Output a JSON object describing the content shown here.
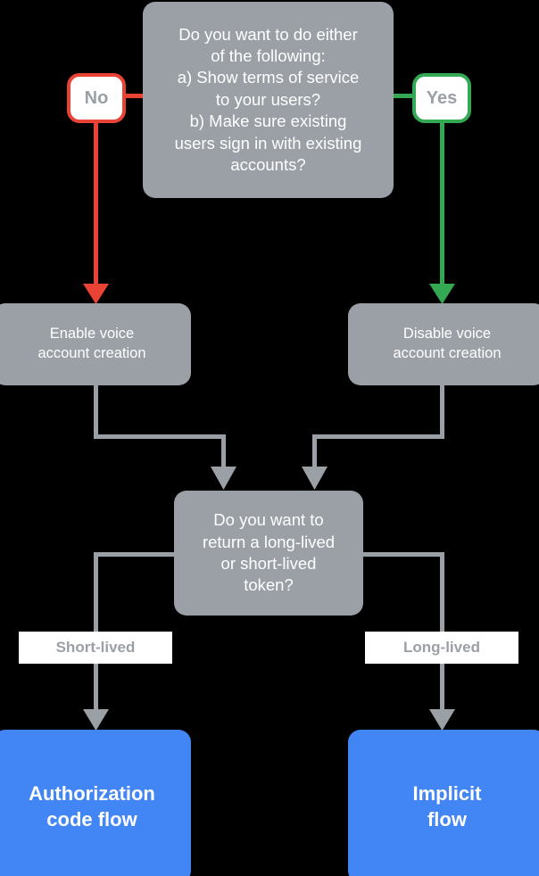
{
  "diagram": {
    "title": "Account linking flow decision chart",
    "colors": {
      "background": "#000000",
      "node_gray": "#9aa0a6",
      "node_blue": "#4285f4",
      "edge_gray": "#9aa0a6",
      "edge_red": "#ea4335",
      "edge_green": "#34a853",
      "label_bg": "#ffffff",
      "label_text": "#9aa0a6",
      "node_text": "#ffffff"
    }
  },
  "nodes": {
    "decision_top": {
      "id": "decision-top",
      "type": "decision",
      "text": "Do you want to do either\nof the following:\na) Show terms of service\nto your users?\nb) Make sure existing\nusers sign in with existing\naccounts?"
    },
    "enable": {
      "id": "node-enable",
      "type": "process",
      "text": "Enable voice\naccount creation"
    },
    "disable": {
      "id": "node-disable",
      "type": "process",
      "text": "Disable voice\naccount creation"
    },
    "decision_token": {
      "id": "decision-token",
      "type": "decision",
      "text": "Do you want to\nreturn a long-lived\nor short-lived\ntoken?"
    },
    "auth_code_flow": {
      "id": "node-auth",
      "type": "outcome",
      "text": "Authorization\ncode flow"
    },
    "implicit_flow": {
      "id": "node-implicit",
      "type": "outcome",
      "text": "Implicit\nflow"
    }
  },
  "badges": {
    "no": {
      "label": "No",
      "border_color": "#ea4335"
    },
    "yes": {
      "label": "Yes",
      "border_color": "#34a853"
    }
  },
  "edge_labels": {
    "short_lived": "Short-lived",
    "long_lived": "Long-lived"
  },
  "edges": [
    {
      "from": "decision_top",
      "to": "enable",
      "label": "No",
      "color": "#ea4335"
    },
    {
      "from": "decision_top",
      "to": "disable",
      "label": "Yes",
      "color": "#34a853"
    },
    {
      "from": "enable",
      "to": "decision_token",
      "label": "",
      "color": "#9aa0a6"
    },
    {
      "from": "disable",
      "to": "decision_token",
      "label": "",
      "color": "#9aa0a6"
    },
    {
      "from": "decision_token",
      "to": "auth_code_flow",
      "label": "Short-lived",
      "color": "#9aa0a6"
    },
    {
      "from": "decision_token",
      "to": "implicit_flow",
      "label": "Long-lived",
      "color": "#9aa0a6"
    }
  ]
}
